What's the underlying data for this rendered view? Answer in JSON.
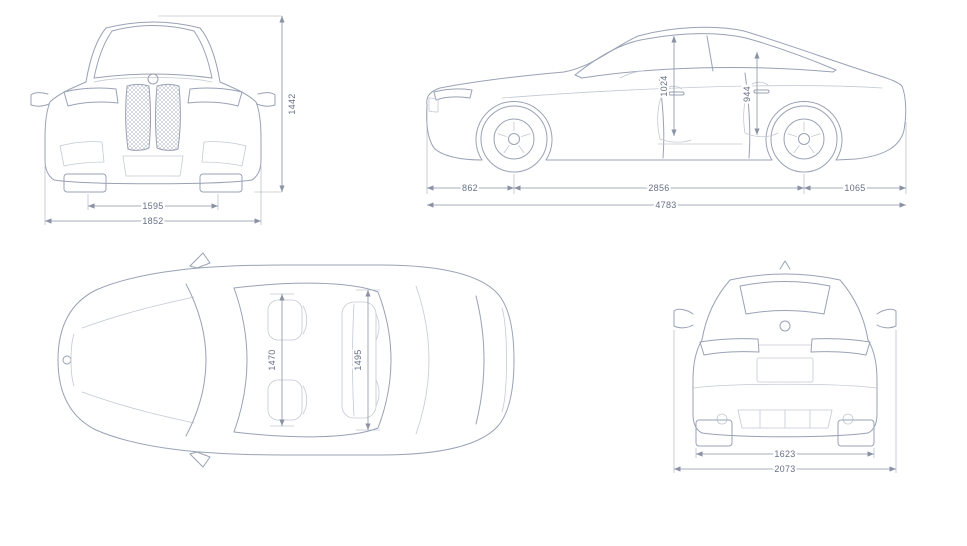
{
  "diagram": {
    "colors": {
      "outline": "#99a2b4",
      "detail": "#c3c9d4",
      "dimension": "#8a92a4",
      "label": "#667084",
      "background": "#ffffff"
    },
    "icons": {
      "bmw_roundel": "circle-emblem"
    },
    "views": {
      "front": {
        "height": "1442",
        "track_width": "1595",
        "overall_width": "1852"
      },
      "side": {
        "front_interior_height": "1024",
        "rear_interior_height": "944",
        "front_overhang": "862",
        "wheelbase": "2856",
        "rear_overhang": "1065",
        "overall_length": "4783"
      },
      "top": {
        "front_interior_width": "1470",
        "rear_interior_width": "1495"
      },
      "rear": {
        "track_width": "1623",
        "width_incl_mirrors": "2073"
      }
    }
  }
}
